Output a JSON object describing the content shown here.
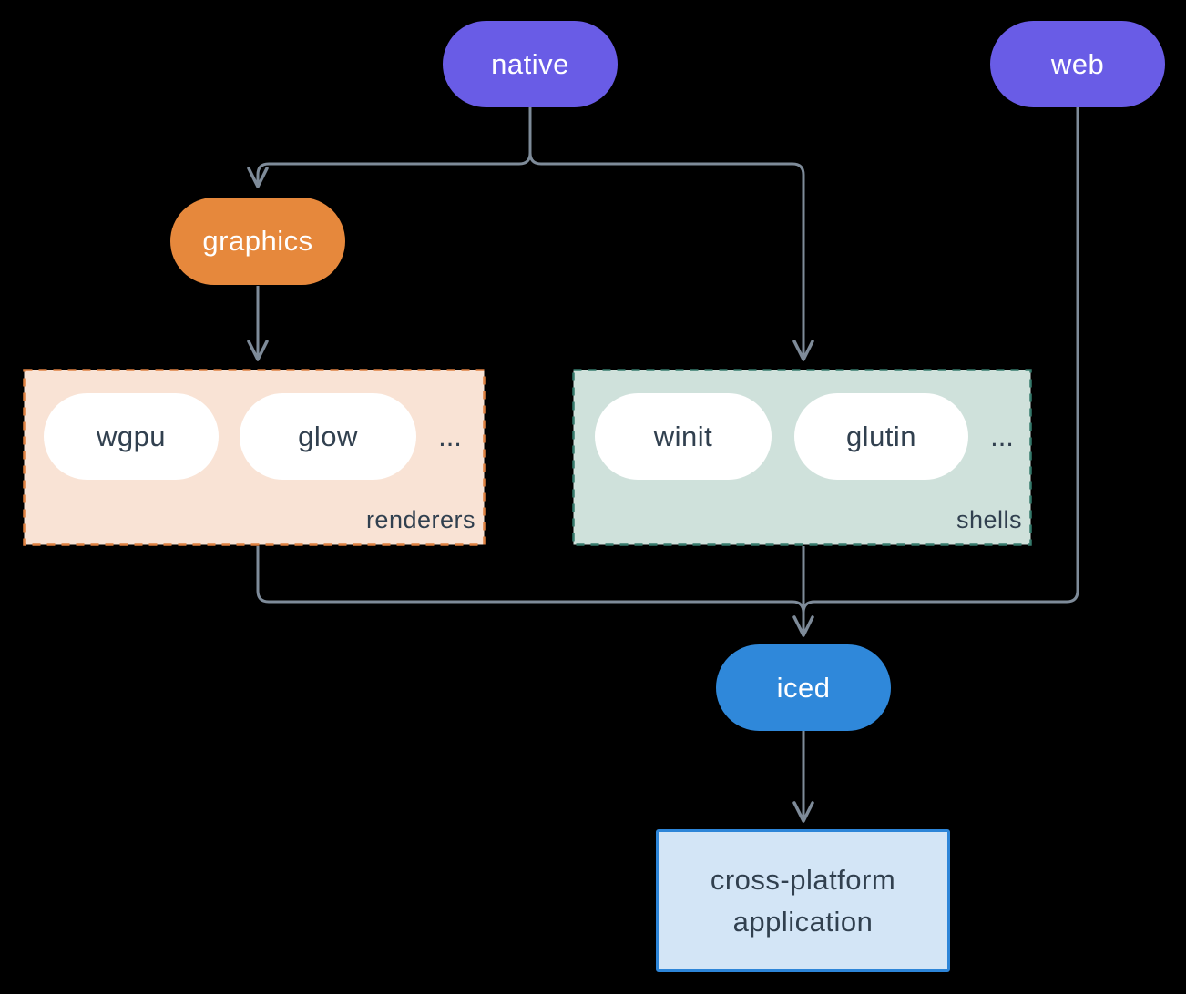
{
  "diagram": {
    "background": "#000000",
    "nodes": {
      "native": {
        "label": "native",
        "color": "#695ce6"
      },
      "web": {
        "label": "web",
        "color": "#695ce6"
      },
      "graphics": {
        "label": "graphics",
        "color": "#e6883c"
      },
      "iced": {
        "label": "iced",
        "color": "#2f88da"
      },
      "app": {
        "line1": "cross-platform",
        "line2": "application",
        "bg": "#d3e5f6",
        "border": "#2d85d8"
      }
    },
    "groups": {
      "renderers": {
        "label": "renderers",
        "items": [
          "wgpu",
          "glow"
        ],
        "ellipsis": "...",
        "bg": "#f9e3d5",
        "border": "#de8040"
      },
      "shells": {
        "label": "shells",
        "items": [
          "winit",
          "glutin"
        ],
        "ellipsis": "...",
        "bg": "#cfe1db",
        "border": "#367a6c"
      }
    },
    "connector_color": "#7e8b99",
    "text_dark": "#31404f",
    "pill_text_light": "#ffffff"
  }
}
